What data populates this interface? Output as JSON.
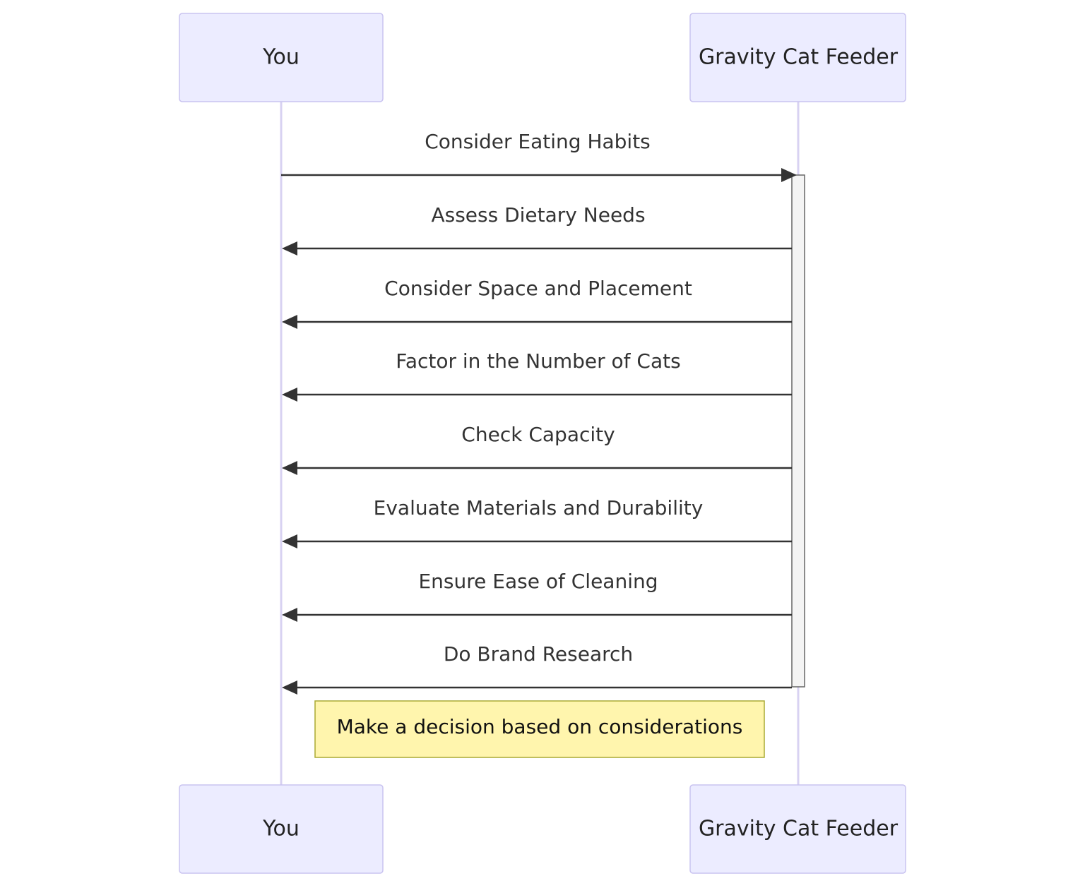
{
  "participants": [
    {
      "id": "you",
      "label": "You"
    },
    {
      "id": "feeder",
      "label": "Gravity Cat Feeder"
    }
  ],
  "messages": [
    {
      "from": "you",
      "to": "feeder",
      "label": "Consider Eating Habits"
    },
    {
      "from": "feeder",
      "to": "you",
      "label": "Assess Dietary Needs"
    },
    {
      "from": "feeder",
      "to": "you",
      "label": "Consider Space and Placement"
    },
    {
      "from": "feeder",
      "to": "you",
      "label": "Factor in the Number of Cats"
    },
    {
      "from": "feeder",
      "to": "you",
      "label": "Check Capacity"
    },
    {
      "from": "feeder",
      "to": "you",
      "label": "Evaluate Materials and Durability"
    },
    {
      "from": "feeder",
      "to": "you",
      "label": "Ensure Ease of Cleaning"
    },
    {
      "from": "feeder",
      "to": "you",
      "label": "Do Brand Research"
    }
  ],
  "note": {
    "label": "Make a decision based on considerations"
  },
  "colors": {
    "actor_fill": "#ECECFF",
    "actor_border": "#C9C3F0",
    "lifeline": "#D8D2F2",
    "line": "#333333",
    "note_fill": "#FFF5AD",
    "note_border": "#AAAA33"
  }
}
